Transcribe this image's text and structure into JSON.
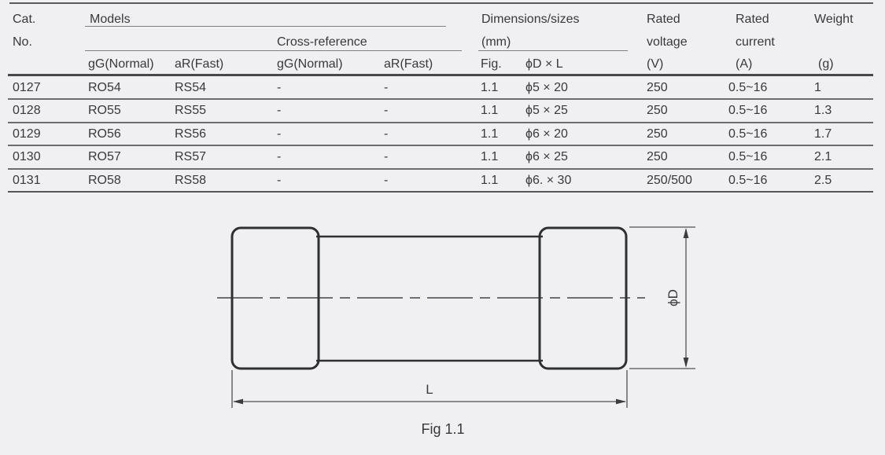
{
  "page": {
    "background": "#f0f0f2",
    "text_color": "#38393c",
    "dark_line_color": "#46484c",
    "gray_line_color": "#7d7f83"
  },
  "table": {
    "header": {
      "cat_line1": "Cat.",
      "cat_line2": "No.",
      "models": "Models",
      "cross_reference": "Cross-reference",
      "dimensions_line1": "Dimensions/sizes",
      "dimensions_line2": "(mm)",
      "rated_voltage_line1": "Rated",
      "rated_voltage_line2": "voltage",
      "rated_voltage_unit": "(V)",
      "rated_current_line1": "Rated",
      "rated_current_line2": "current",
      "rated_current_unit": "(A)",
      "weight": "Weight",
      "weight_unit": "(g)",
      "models_gg": "gG(Normal)",
      "models_ar": "aR(Fast)",
      "crossref_gg": "gG(Normal)",
      "crossref_ar": "aR(Fast)",
      "fig_col": "Fig.",
      "dxl_col": "ϕD × L"
    },
    "rows": [
      {
        "cat": "0127",
        "gg": "RO54",
        "ar": "RS54",
        "xgg": "-",
        "xar": "-",
        "fig": "1.1",
        "dxl": "ϕ5 × 20",
        "voltage": "250",
        "current": "0.5~16",
        "weight": "1"
      },
      {
        "cat": "0128",
        "gg": "RO55",
        "ar": "RS55",
        "xgg": "-",
        "xar": "-",
        "fig": "1.1",
        "dxl": "ϕ5 × 25",
        "voltage": "250",
        "current": "0.5~16",
        "weight": "1.3"
      },
      {
        "cat": "0129",
        "gg": "RO56",
        "ar": "RS56",
        "xgg": "-",
        "xar": "-",
        "fig": "1.1",
        "dxl": "ϕ6 × 20",
        "voltage": "250",
        "current": "0.5~16",
        "weight": "1.7"
      },
      {
        "cat": "0130",
        "gg": "RO57",
        "ar": "RS57",
        "xgg": "-",
        "xar": "-",
        "fig": "1.1",
        "dxl": "ϕ6 × 25",
        "voltage": "250",
        "current": "0.5~16",
        "weight": "2.1"
      },
      {
        "cat": "0131",
        "gg": "RO58",
        "ar": "RS58",
        "xgg": "-",
        "xar": "-",
        "fig": "1.1",
        "dxl": "ϕ6. × 30",
        "voltage": "250/500",
        "current": "0.5~16",
        "weight": "2.5"
      }
    ]
  },
  "figure": {
    "phi_d_label": "ϕD",
    "l_label": "L",
    "caption": "Fig 1.1"
  }
}
